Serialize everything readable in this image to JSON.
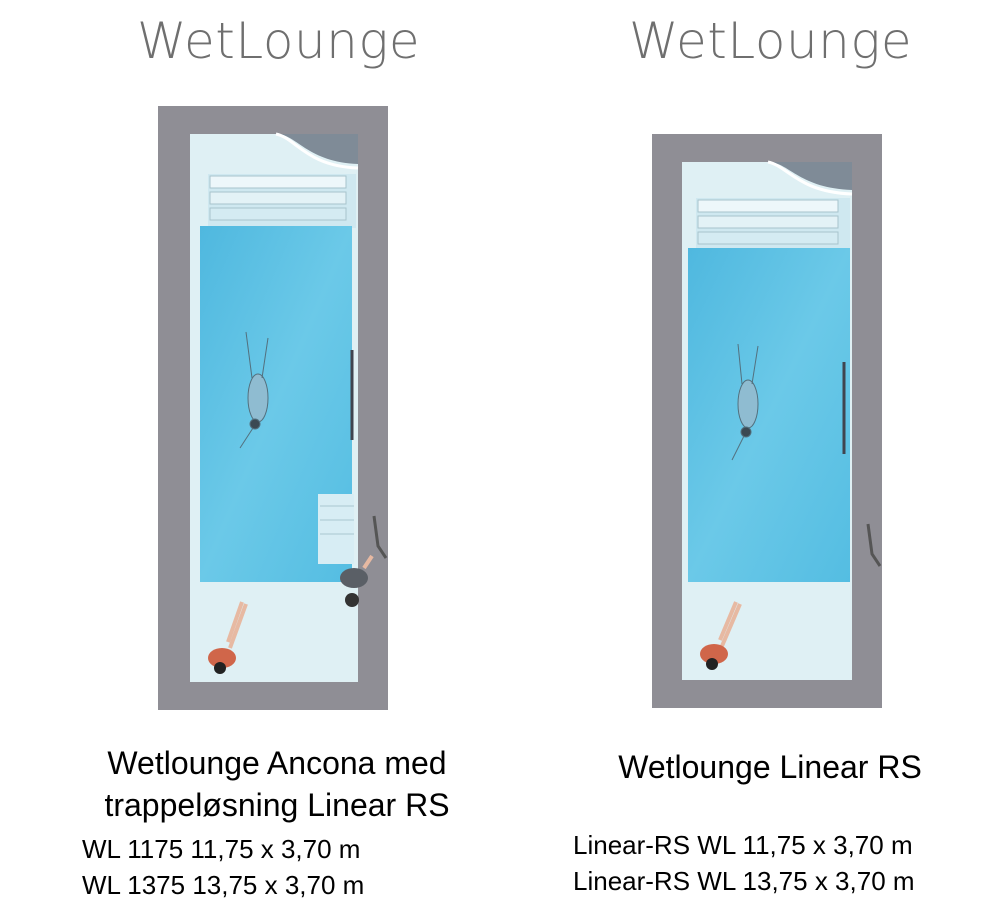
{
  "left": {
    "brand": "WetLounge",
    "caption_line1": "Wetlounge Ancona med",
    "caption_line2": "trappeløsning Linear RS",
    "spec1": "WL 1175 11,75 x 3,70 m",
    "spec2": "WL 1375 13,75 x 3,70 m"
  },
  "right": {
    "brand": "WetLounge",
    "caption": "Wetlounge Linear RS",
    "spec1": "Linear-RS WL 11,75 x 3,70 m",
    "spec2": "Linear-RS WL 13,75 x 3,70 m"
  },
  "colors": {
    "frame": "#8f8e95",
    "deck": "#dff0f4",
    "water": "#5bc0e2",
    "brand_text": "#6f6f6f"
  }
}
